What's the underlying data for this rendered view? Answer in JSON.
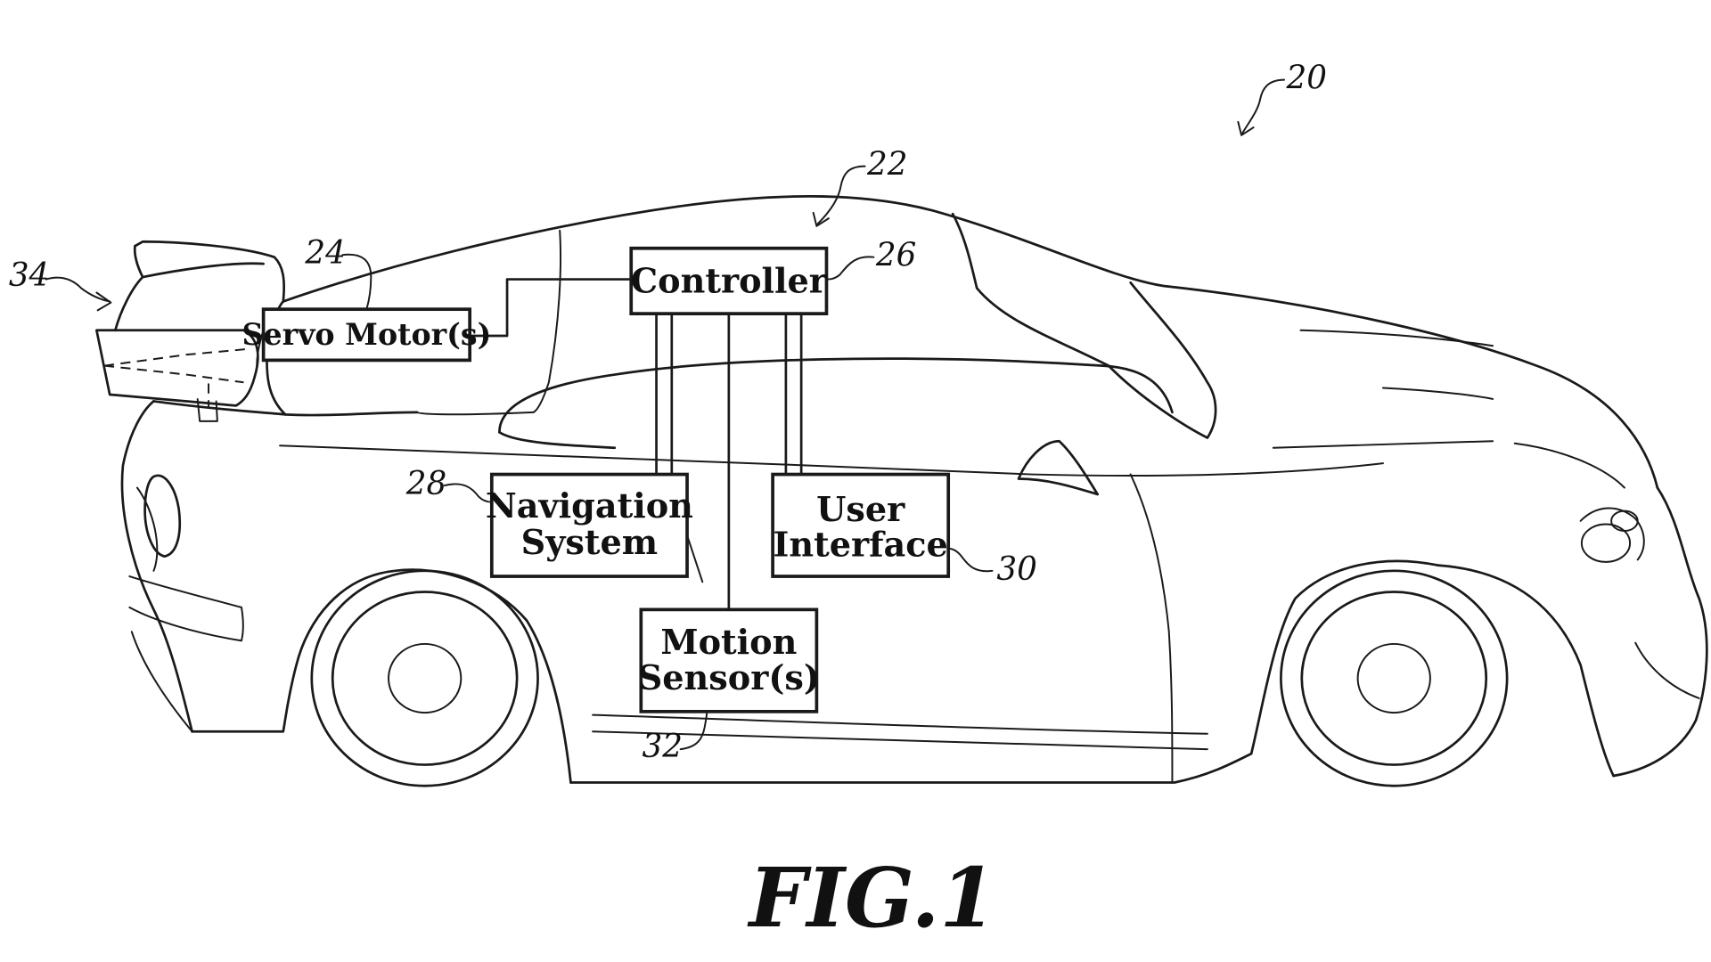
{
  "figure_label": "FIG.1",
  "blocks": {
    "controller": {
      "label": "Controller"
    },
    "servo_motor": {
      "label": "Servo Motor(s)"
    },
    "navigation_system": {
      "line1": "Navigation",
      "line2": "System"
    },
    "user_interface": {
      "line1": "User",
      "line2": "Interface"
    },
    "motion_sensor": {
      "line1": "Motion",
      "line2": "Sensor(s)"
    }
  },
  "reference_numerals": {
    "vehicle": "20",
    "system": "22",
    "servo_motor": "24",
    "controller": "26",
    "navigation_system": "28",
    "user_interface": "30",
    "motion_sensor": "32",
    "spoiler": "34"
  }
}
